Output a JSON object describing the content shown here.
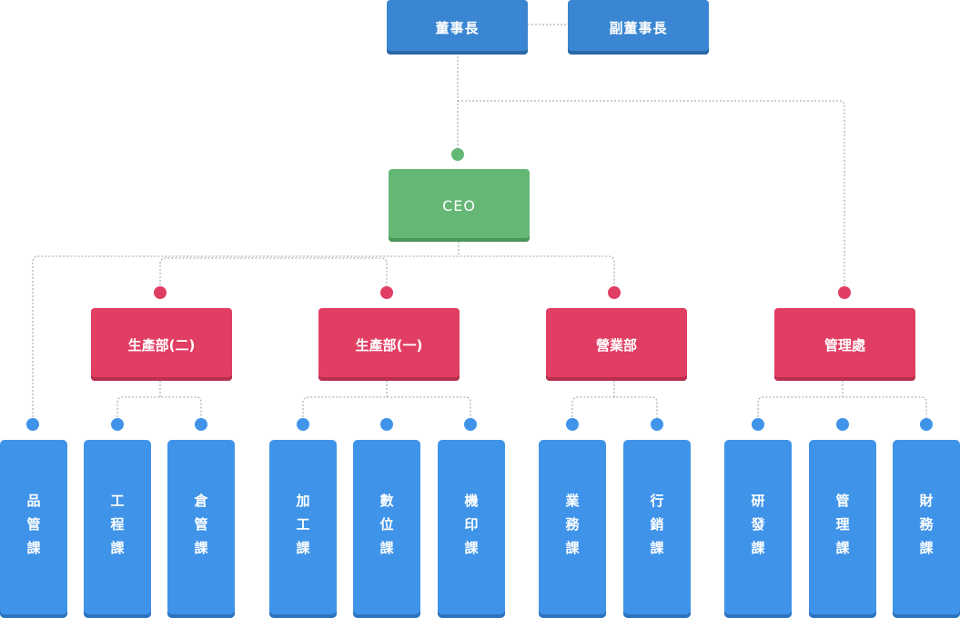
{
  "board": {
    "chairman": "董事長",
    "vice_chairman": "副董事長"
  },
  "ceo": "CEO",
  "departments": [
    {
      "key": "production-2",
      "label": "生產部(二)"
    },
    {
      "key": "production-1",
      "label": "生產部(一)"
    },
    {
      "key": "sales",
      "label": "營業部"
    },
    {
      "key": "management",
      "label": "管理處"
    }
  ],
  "units": [
    {
      "key": "quality-control",
      "label": "品管課"
    },
    {
      "key": "engineering",
      "label": "工程課"
    },
    {
      "key": "warehouse",
      "label": "倉管課"
    },
    {
      "key": "processing",
      "label": "加工課"
    },
    {
      "key": "digital",
      "label": "數位課"
    },
    {
      "key": "printing",
      "label": "機印課"
    },
    {
      "key": "business",
      "label": "業務課"
    },
    {
      "key": "marketing",
      "label": "行銷課"
    },
    {
      "key": "rnd",
      "label": "研發課"
    },
    {
      "key": "administration",
      "label": "管理課"
    },
    {
      "key": "finance",
      "label": "財務課"
    }
  ],
  "colors": {
    "board": "#3a86d2",
    "ceo": "#64b775",
    "department": "#e13e63",
    "unit": "#3f94ea",
    "connector": "#9aa0a6"
  }
}
